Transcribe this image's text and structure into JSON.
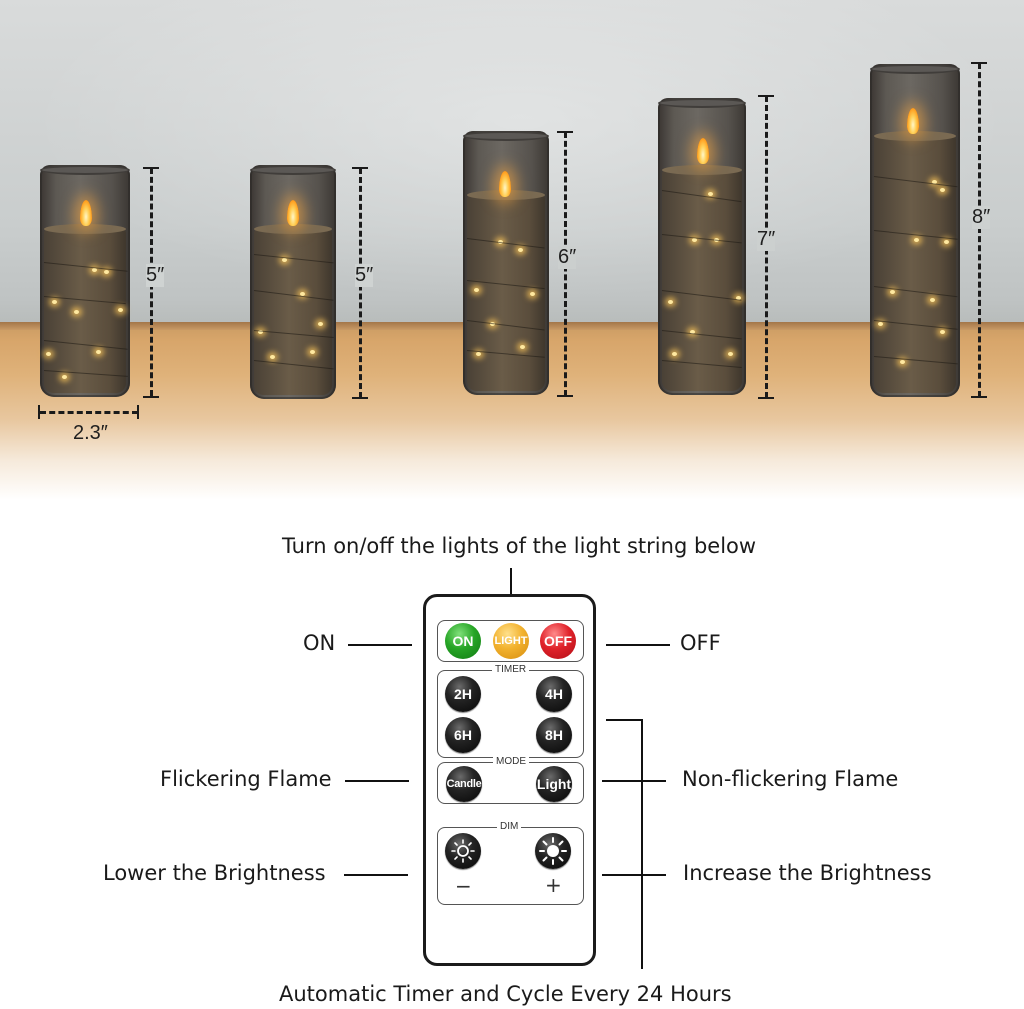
{
  "dimensions": {
    "candle_1_height": "5″",
    "candle_1_width": "2.3″",
    "candle_2_height": "5″",
    "candle_3_height": "6″",
    "candle_4_height": "7″",
    "candle_5_height": "8″"
  },
  "annotations": {
    "top": "Turn on/off the lights of the light string below",
    "on": "ON",
    "off": "OFF",
    "flicker": "Flickering Flame",
    "non_flicker": "Non-flickering Flame",
    "lower": "Lower the Brightness",
    "increase": "Increase the Brightness",
    "bottom": "Automatic Timer and Cycle Every 24 Hours"
  },
  "remote": {
    "power": {
      "on": "ON",
      "light": "LIGHT",
      "off": "OFF"
    },
    "timer": {
      "title": "TIMER",
      "buttons": [
        "2H",
        "4H",
        "6H",
        "8H"
      ]
    },
    "mode": {
      "title": "MODE",
      "candle": "Candle",
      "light": "Light"
    },
    "dim": {
      "title": "DIM",
      "minus": "−",
      "plus": "+"
    }
  },
  "colors": {
    "on_button": "#27a526",
    "light_button": "#f2b22f",
    "off_button": "#e0222a"
  }
}
